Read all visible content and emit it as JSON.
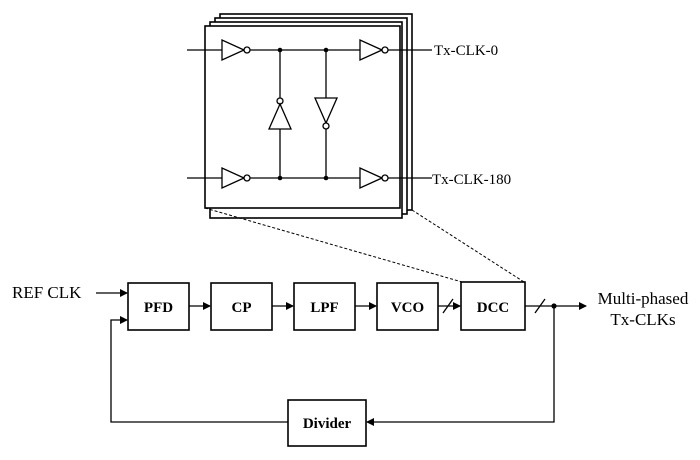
{
  "inputs": {
    "ref_clk": "REF CLK"
  },
  "blocks": {
    "pfd": "PFD",
    "cp": "CP",
    "lpf": "LPF",
    "vco": "VCO",
    "dcc": "DCC",
    "divider": "Divider"
  },
  "outputs": {
    "line1": "Multi-phased",
    "line2": "Tx-CLKs"
  },
  "dcc_detail": {
    "clk0_label": "Tx-CLK-0",
    "clk180_label": "Tx-CLK-180"
  }
}
